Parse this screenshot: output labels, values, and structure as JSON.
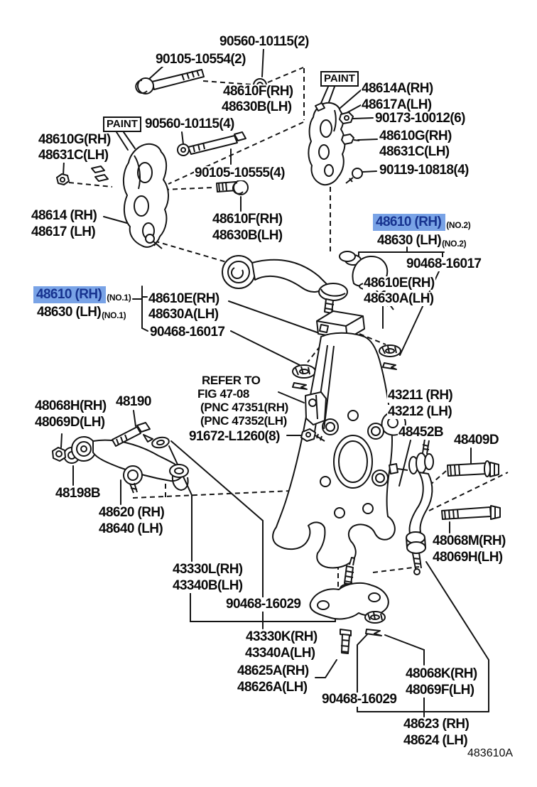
{
  "diagram": {
    "drawing_code": "483610A",
    "highlight": {
      "bg": "#79A3E6",
      "fg": "#17338F"
    },
    "line_color": "#141414",
    "background": "#ffffff",
    "labels": {
      "paint": "PAINT",
      "n90560_2": "90560-10115(2)",
      "n90105_10554": "90105-10554(2)",
      "n48610f_a": "48610F(RH)",
      "n48630b_a": "48630B(LH)",
      "n48614a": "48614A(RH)",
      "n48617a": "48617A(LH)",
      "n90173": "90173-10012(6)",
      "n48610g_r": "48610G(RH)",
      "n48631c_r": "48631C(LH)",
      "n90119": "90119-10818(4)",
      "n90560_4": "90560-10115(4)",
      "n48610g_l": "48610G(RH)",
      "n48631c_l": "48631C(LH)",
      "n90105_10555": "90105-10555(4)",
      "n48614": "48614 (RH)",
      "n48617": "48617 (LH)",
      "n48610f_b": "48610F(RH)",
      "n48630b_b": "48630B(LH)",
      "hl_48610": "48610 (RH)",
      "hl_48630": "48630 (LH)",
      "no1": "(NO.1)",
      "no2": "(NO.2)",
      "n90468_16017_r": "90468-16017",
      "n48610e_r": "48610E(RH)",
      "n48630a_r": "48630A(LH)",
      "n48610e_l": "48610E(RH)",
      "n48630a_l": "48630A(LH)",
      "n90468_16017_l": "90468-16017",
      "refer1": "REFER TO",
      "refer2": "FIG 47-08",
      "refer3": "(PNC 47351(RH)",
      "refer4": "(PNC 47352(LH)",
      "n43211": "43211 (RH)",
      "n43212": "43212 (LH)",
      "n48068h": "48068H(RH)",
      "n48069d": "48069D(LH)",
      "n48190": "48190",
      "n91672": "91672-L1260(8)",
      "n48452b": "48452B",
      "n48409d": "48409D",
      "n48198b": "48198B",
      "n48620": "48620 (RH)",
      "n48640": "48640 (LH)",
      "n48068m": "48068M(RH)",
      "n48069h": "48069H(LH)",
      "n43330l": "43330L(RH)",
      "n43340b": "43340B(LH)",
      "n90468_16029_a": "90468-16029",
      "n43330k": "43330K(RH)",
      "n43340a": "43340A(LH)",
      "n48625a": "48625A(RH)",
      "n48626a": "48626A(LH)",
      "n48068k": "48068K(RH)",
      "n48069f": "48069F(LH)",
      "n90468_16029_b": "90468-16029",
      "n48623": "48623 (RH)",
      "n48624": "48624 (LH)",
      "code": "483610A"
    }
  }
}
